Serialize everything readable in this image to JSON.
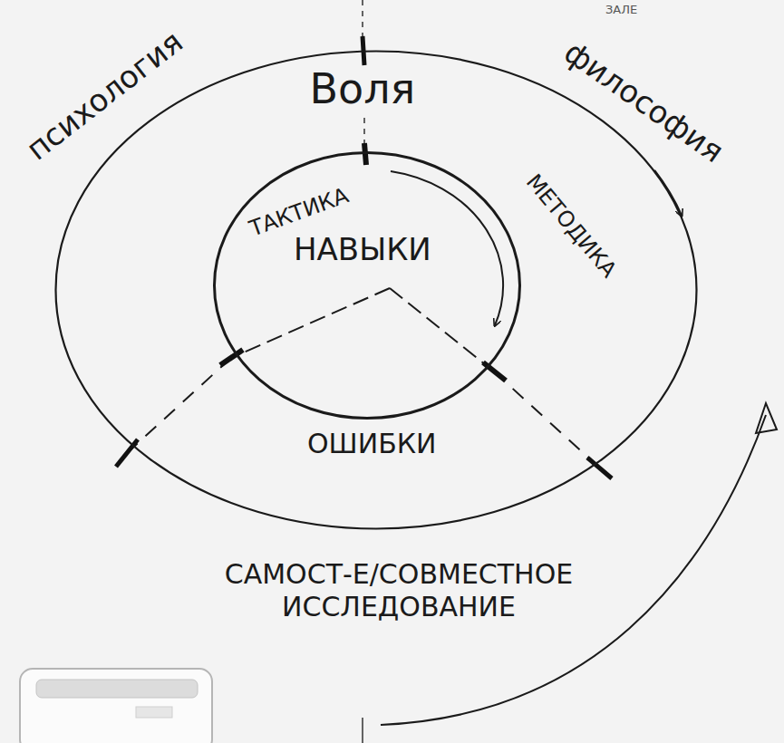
{
  "diagram": {
    "nodes": [
      {
        "text": [
          "психология",
          "Воля",
          "философия"
        ]
      },
      {
        "text": [
          "ТАКТИКА",
          "МЕТОДИКА",
          "НАВЫКИ",
          "ОШИБКИ"
        ],
        "in": 0
      }
    ],
    "labels": [
      "САМОСТ-Е/СОВМЕСТНОЕ ИССЛЕДОВАНИЕ",
      "ЗАЛЕ"
    ]
  }
}
